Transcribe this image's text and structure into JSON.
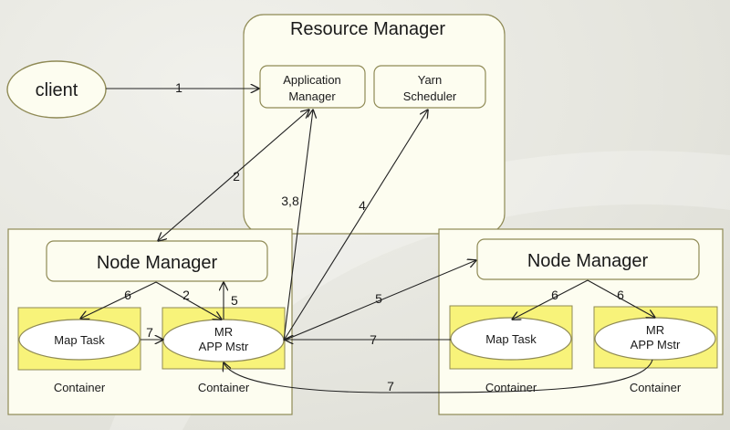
{
  "diagram": {
    "resource_manager": {
      "title": "Resource Manager",
      "application_manager": [
        "Application",
        "Manager"
      ],
      "yarn_scheduler": [
        "Yarn",
        "Scheduler"
      ]
    },
    "client": "client",
    "left_node": {
      "node_manager": "Node Manager",
      "map_task": "Map Task",
      "mr_app_master": [
        "MR",
        "APP Mstr"
      ],
      "container_labels": [
        "Container",
        "Container"
      ]
    },
    "right_node": {
      "node_manager": "Node Manager",
      "map_task": "Map Task",
      "mr_app_master": [
        "MR",
        "APP Mstr"
      ],
      "container_labels": [
        "Container",
        "Container"
      ]
    },
    "edges": [
      {
        "id": "client-to-appmgr",
        "label": "1"
      },
      {
        "id": "appmgr-leftnm",
        "label": "2"
      },
      {
        "id": "mr-to-appmgr",
        "label": "3,8"
      },
      {
        "id": "mr-to-scheduler",
        "label": "4"
      },
      {
        "id": "leftnm-to-maptask",
        "label": "6"
      },
      {
        "id": "leftnm-to-mr",
        "label": "2"
      },
      {
        "id": "mr-to-leftnm",
        "label": "5"
      },
      {
        "id": "maptask-to-mr",
        "label": "7"
      },
      {
        "id": "mr-to-rightnm",
        "label": "5"
      },
      {
        "id": "right-maptask-to-mr",
        "label": "7"
      },
      {
        "id": "rightnm-to-maptask",
        "label": "6"
      },
      {
        "id": "rightnm-to-mr",
        "label": "6"
      },
      {
        "id": "right-mr-to-left-mr",
        "label": "7"
      }
    ]
  }
}
